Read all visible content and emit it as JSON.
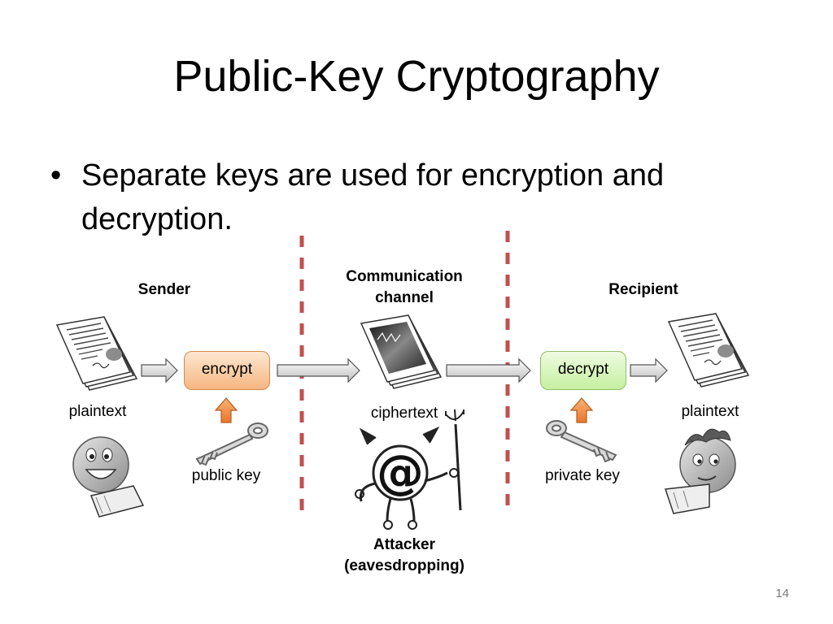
{
  "title": "Public-Key Cryptography",
  "bullet": {
    "symbol": "•",
    "text": "Separate keys are used for encryption and decryption."
  },
  "diagram": {
    "sender_label": "Sender",
    "channel_label": "Communication channel",
    "recipient_label": "Recipient",
    "plaintext_left": "plaintext",
    "ciphertext": "ciphertext",
    "plaintext_right": "plaintext",
    "encrypt": "encrypt",
    "decrypt": "decrypt",
    "public_key": "public key",
    "private_key": "private key",
    "attacker": "Attacker (eavesdropping)"
  },
  "page_number": "14",
  "colors": {
    "divider": "#c0504d",
    "encrypt_box": "#f6b680",
    "decrypt_box": "#c6ef9f",
    "key_arrow": "#f08a3c"
  }
}
